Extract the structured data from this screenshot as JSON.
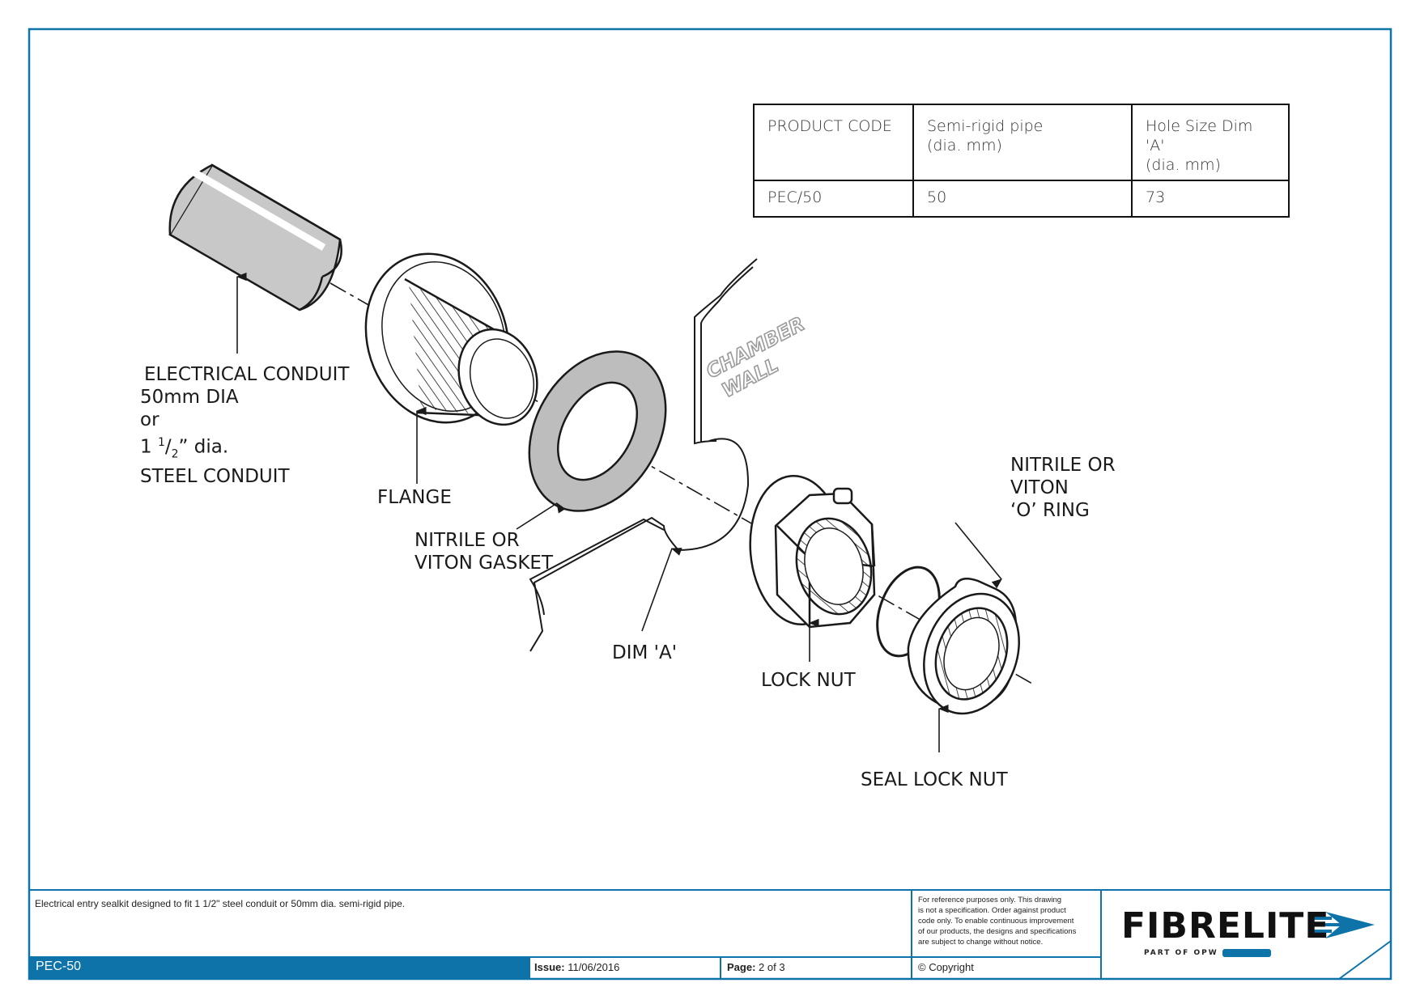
{
  "table": {
    "headers": [
      "PRODUCT CODE",
      "Semi-rigid pipe\n(dia. mm)",
      "Hole Size Dim 'A'\n(dia. mm)"
    ],
    "rows": [
      [
        "PEC/50",
        "50",
        "73"
      ]
    ]
  },
  "labels": {
    "conduit": [
      "ELECTRICAL CONDUIT",
      "50mm DIA",
      "or"
    ],
    "conduit_fraction_prefix": "1 ",
    "conduit_fraction_num": "1",
    "conduit_fraction_den": "2",
    "conduit_fraction_suffix": "” dia.",
    "conduit_last": "STEEL CONDUIT",
    "flange": "FLANGE",
    "gasket": [
      "NITRILE OR",
      "VITON GASKET"
    ],
    "dim_a": "DIM 'A'",
    "lock_nut": "LOCK NUT",
    "o_ring": [
      "NITRILE OR",
      "VITON",
      "‘O’ RING"
    ],
    "seal_lock_nut": "SEAL LOCK NUT",
    "chamber_wall": [
      "CHAMBER",
      "WALL"
    ]
  },
  "title_block": {
    "description": "Electrical entry sealkit designed to fit 1 1/2\" steel conduit or 50mm dia. semi-rigid pipe.",
    "notice": "For reference purposes only. This drawing\nis not a specification. Order against product\ncode only.  To enable continuous improvement\nof our products, the designs and specifications\nare subject to change without notice.",
    "code": "PEC-50",
    "issue_label": "Issue:",
    "issue_value": "11/06/2016",
    "page_label": "Page:",
    "page_value": "2 of 3",
    "copyright": "© Copyright",
    "logo": "FIBRELITE",
    "logo_sub": "PART OF OPW"
  },
  "colors": {
    "frame": "#0d73a8",
    "line": "#1a1a1a",
    "conduit_fill": "#c8c8c8",
    "gasket_fill": "#bdbdbd",
    "wall_text": "#9a9a9a"
  }
}
